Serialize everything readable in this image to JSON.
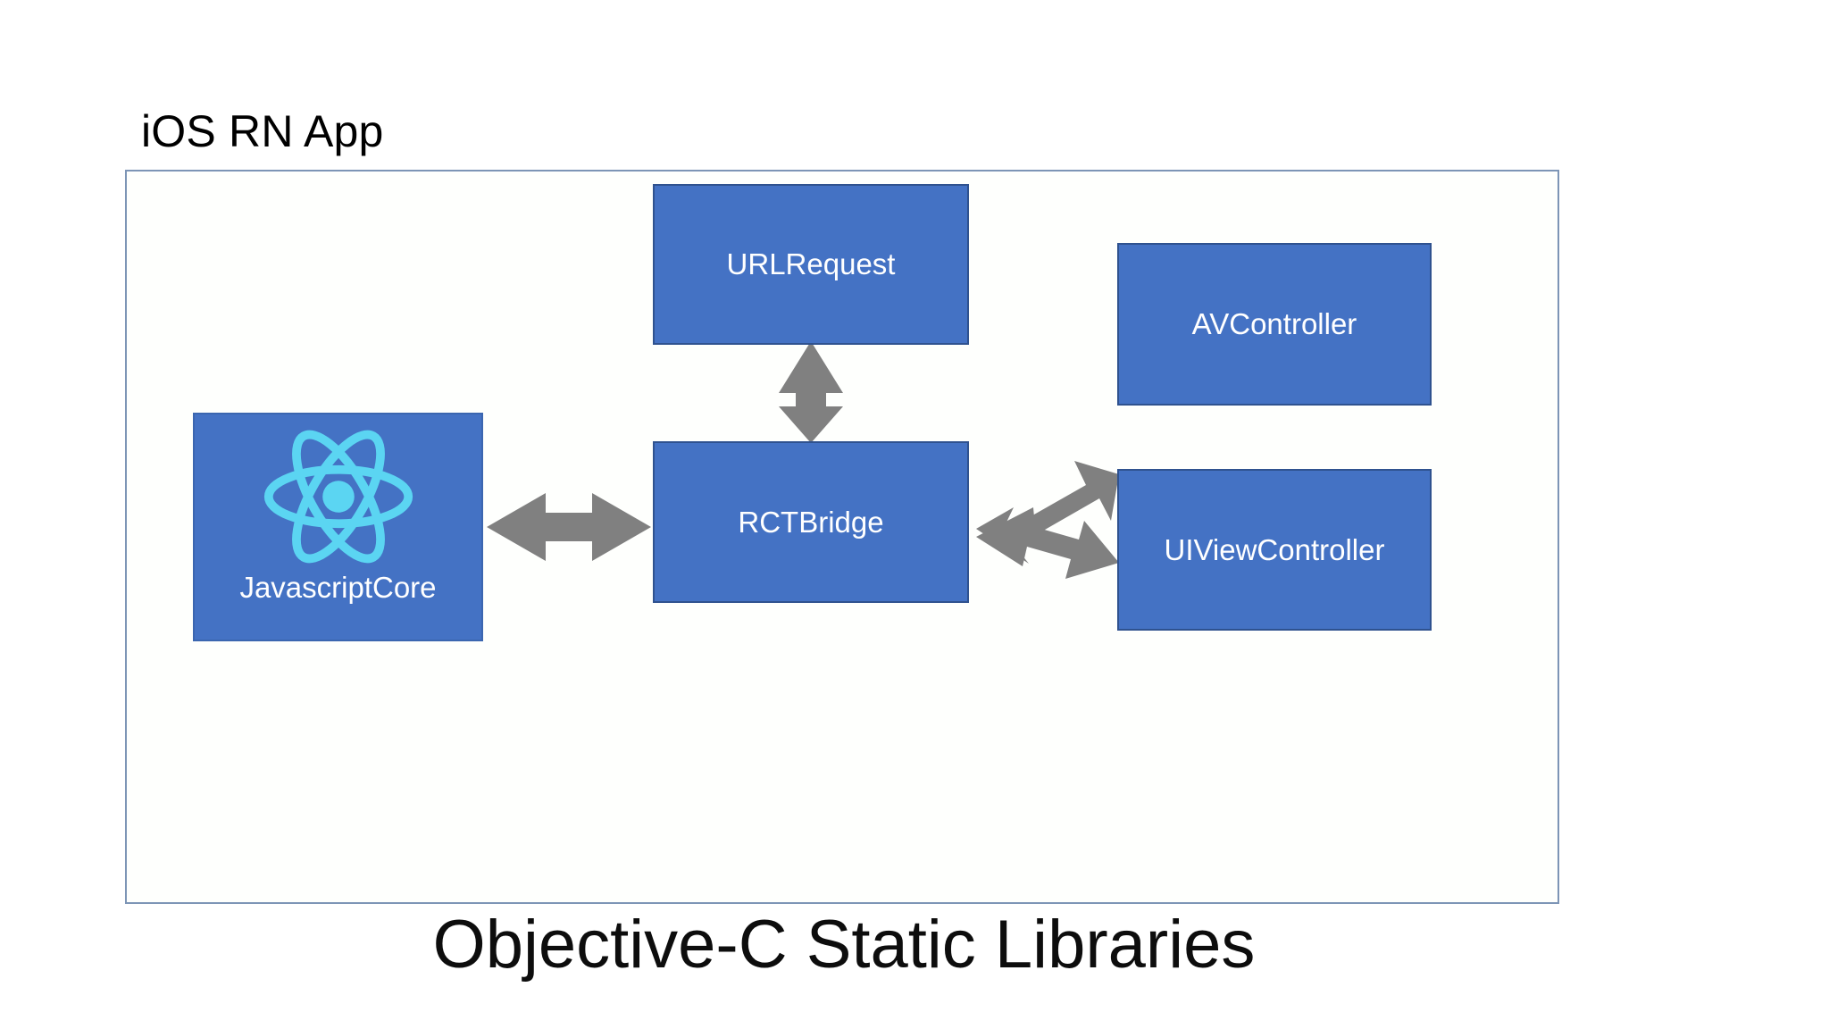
{
  "diagram": {
    "title": "iOS RN App",
    "caption": "Objective-C Static Libraries",
    "nodes": [
      {
        "id": "javascriptcore",
        "label": "JavascriptCore",
        "icon": "react-logo-icon"
      },
      {
        "id": "urlrequest",
        "label": "URLRequest"
      },
      {
        "id": "rctbridge",
        "label": "RCTBridge"
      },
      {
        "id": "avcontroller",
        "label": "AVController"
      },
      {
        "id": "uiviewcontroller",
        "label": "UIViewController"
      }
    ],
    "connections": [
      {
        "from": "javascriptcore",
        "to": "rctbridge",
        "type": "double-arrow"
      },
      {
        "from": "urlrequest",
        "to": "rctbridge",
        "type": "double-arrow"
      },
      {
        "from": "rctbridge",
        "to": "avcontroller",
        "type": "double-arrow"
      },
      {
        "from": "rctbridge",
        "to": "uiviewcontroller",
        "type": "double-arrow"
      }
    ],
    "colors": {
      "node_fill": "#4472c4",
      "node_border": "#2f528f",
      "node_text": "#ffffff",
      "arrow": "#808080",
      "container_border": "#7d95b6",
      "container_fill": "#fefffd",
      "title_text": "#000000",
      "logo_cyan": "#5bd5f2",
      "background": "#ffffff"
    }
  }
}
